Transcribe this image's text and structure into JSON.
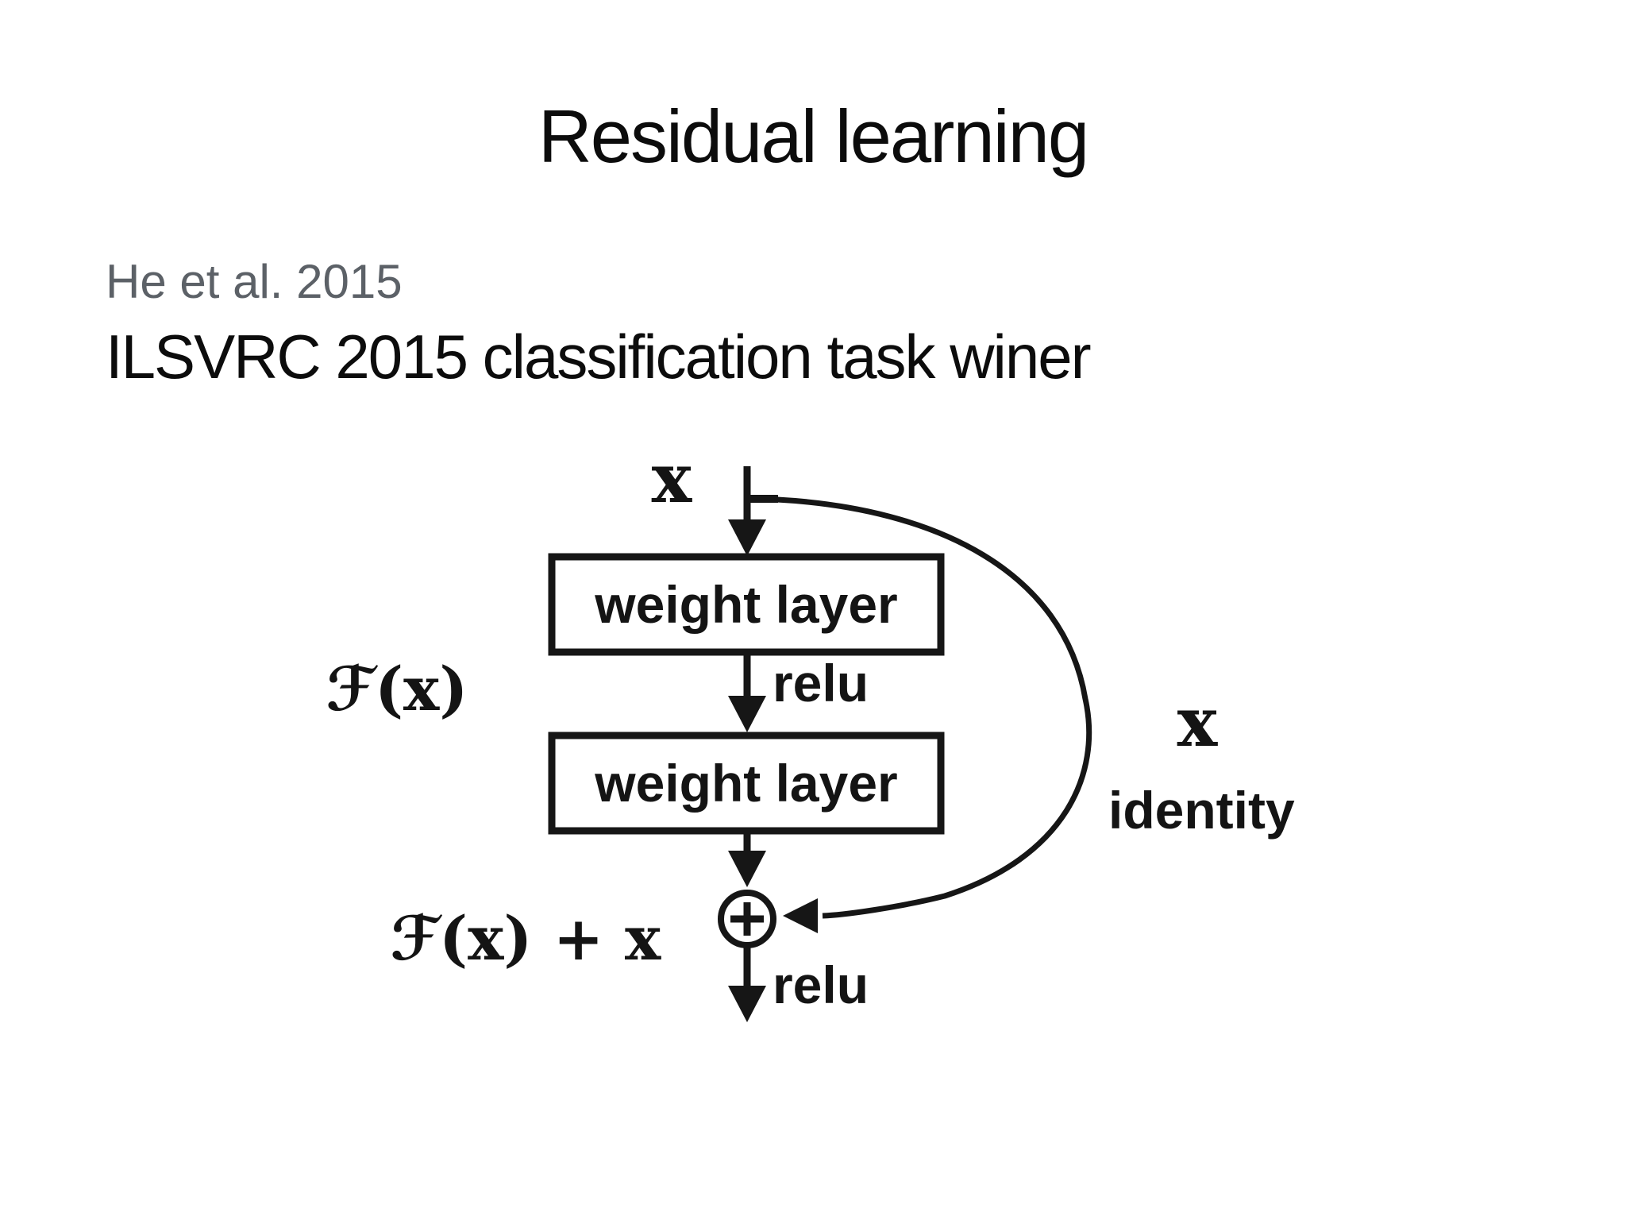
{
  "slide": {
    "title": "Residual learning",
    "byline": "He et al. 2015",
    "subtitle": "ILSVRC 2015 classification task winer"
  },
  "diagram": {
    "input_label": "x",
    "weight_layer_top": "weight layer",
    "relu_mid": "relu",
    "weight_layer_bottom": "weight layer",
    "residual_function": "ℱ(x)",
    "output_sum": "ℱ(x) + x",
    "relu_out": "relu",
    "skip_connection_value": "x",
    "skip_connection_name": "identity"
  },
  "icons": {
    "plus_node": "⊕"
  },
  "colors": {
    "background": "#ffffff",
    "ink": "#161616",
    "title_text": "#0c0c0c",
    "byline_text": "#5c6167"
  }
}
